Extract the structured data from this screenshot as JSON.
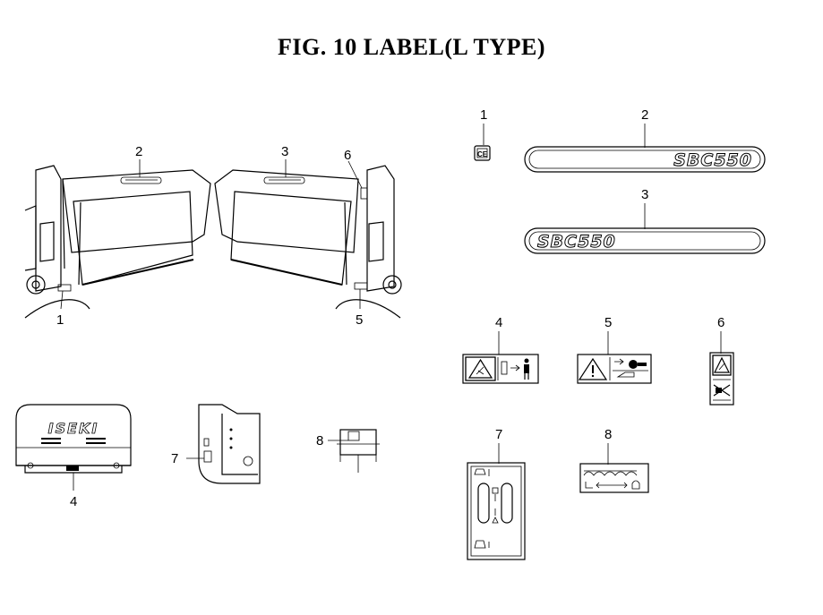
{
  "title": "FIG. 10  LABEL(L TYPE)",
  "callouts": {
    "left_view": [
      "1",
      "2"
    ],
    "right_view": [
      "3",
      "6",
      "5"
    ],
    "cover_view": "4",
    "side_view": "7",
    "top_view": "8"
  },
  "labels": [
    {
      "number": "1",
      "text": "CE"
    },
    {
      "number": "2",
      "text": "SBC550"
    },
    {
      "number": "3",
      "text": "SBC550"
    },
    {
      "number": "4"
    },
    {
      "number": "5"
    },
    {
      "number": "6"
    },
    {
      "number": "7"
    },
    {
      "number": "8"
    }
  ],
  "cover_brand": "ISEKI"
}
